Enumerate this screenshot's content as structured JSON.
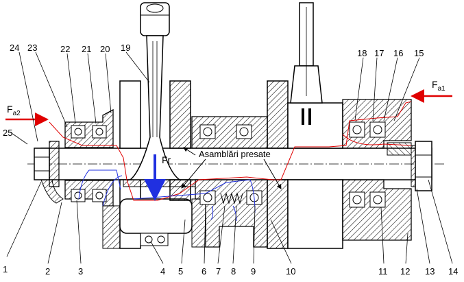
{
  "title": "",
  "annotations": {
    "assembly_note": "Asamblări presate",
    "radial_force": "Fr",
    "axial_force_right_main": "F",
    "axial_force_right_sub": "a1",
    "axial_force_left_main": "F",
    "axial_force_left_sub": "a2"
  },
  "part_numbers_top": [
    "24",
    "23",
    "22",
    "21",
    "20",
    "19",
    "18",
    "17",
    "16",
    "15"
  ],
  "part_numbers_left": [
    "25"
  ],
  "part_numbers_bottom": [
    "1",
    "2",
    "3",
    "4",
    "5",
    "6",
    "7",
    "8",
    "9",
    "10",
    "11",
    "12",
    "13",
    "14"
  ],
  "colors": {
    "drawing": "#000000",
    "force_arrow": "#e00000",
    "load_path_red": "#e00000",
    "load_path_blue": "#2030e0"
  }
}
